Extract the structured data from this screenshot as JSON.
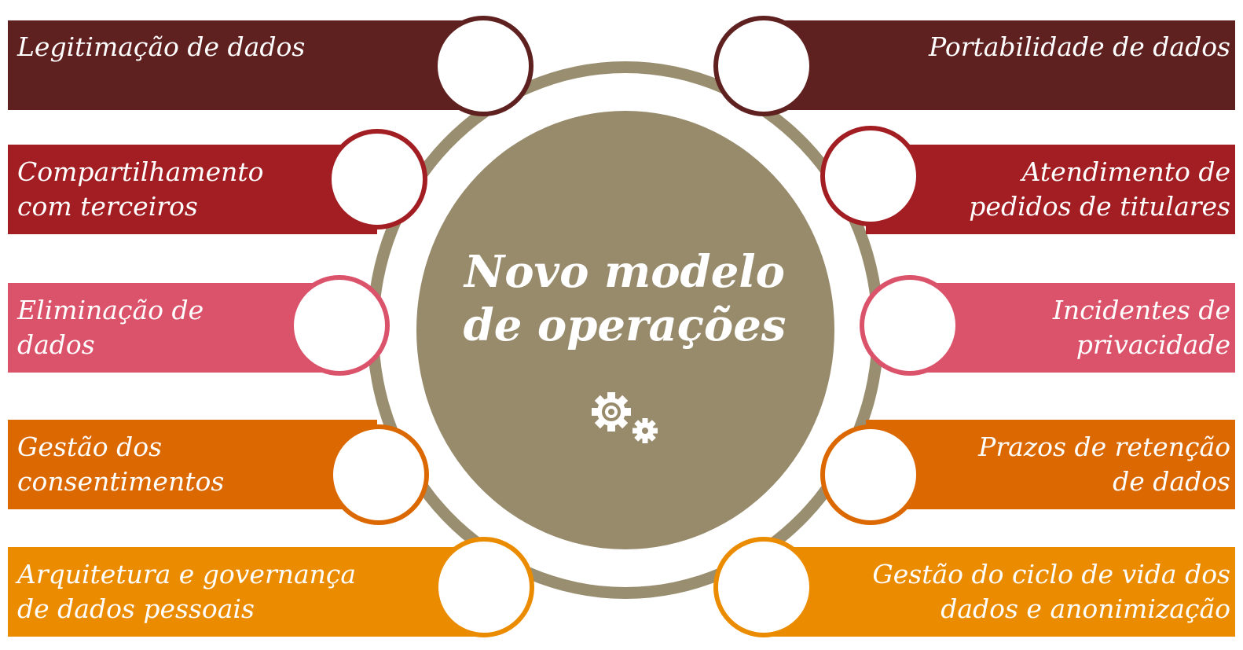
{
  "center": {
    "title_line1": "Novo modelo",
    "title_line2": "de operações",
    "icon": "gears-icon"
  },
  "colors": {
    "maroon": "#5f2120",
    "red": "#a31e22",
    "pink": "#db536a",
    "dark_orange": "#db6800",
    "light_orange": "#eb8c00",
    "ring": "#9a8e70",
    "disc": "#978b6c"
  },
  "left": [
    {
      "line1": "Legitimação de dados",
      "line2": ""
    },
    {
      "line1": "Compartilhamento",
      "line2": "com terceiros"
    },
    {
      "line1": "Eliminação de",
      "line2": "dados"
    },
    {
      "line1": "Gestão dos",
      "line2": "consentimentos"
    },
    {
      "line1": "Arquitetura e governança",
      "line2": "de dados pessoais"
    }
  ],
  "right": [
    {
      "line1": "Portabilidade de dados",
      "line2": ""
    },
    {
      "line1": "Atendimento de",
      "line2": "pedidos de titulares"
    },
    {
      "line1": "Incidentes de",
      "line2": "privacidade"
    },
    {
      "line1": "Prazos de retenção",
      "line2": "de dados"
    },
    {
      "line1": "Gestão do ciclo de vida dos",
      "line2": "dados e anonimização"
    }
  ]
}
